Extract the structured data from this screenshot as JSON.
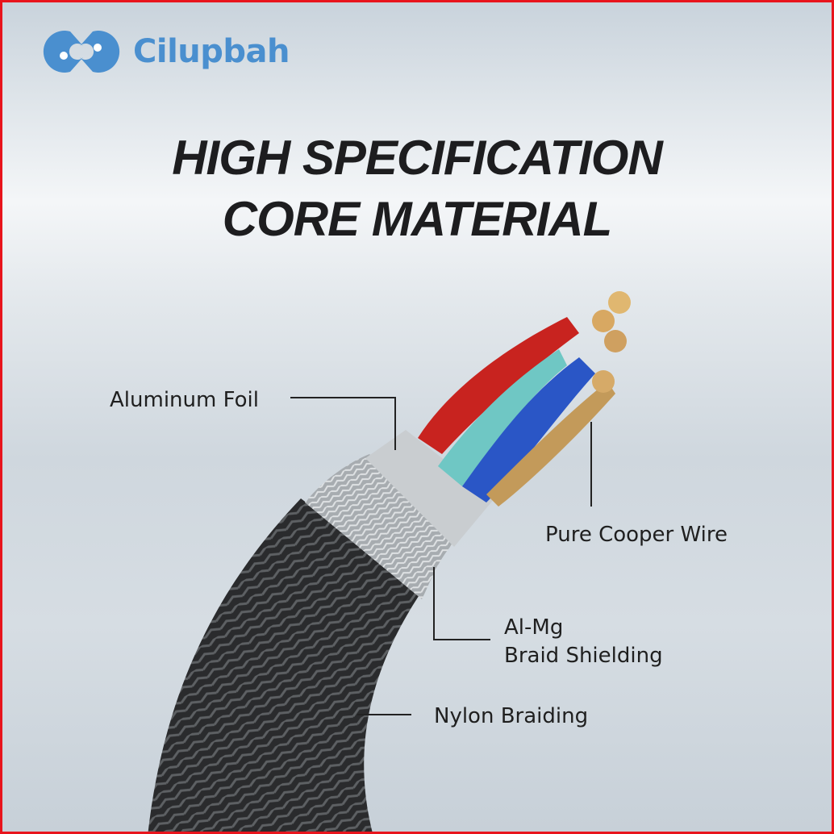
{
  "brand": {
    "name": "Cilupbah",
    "color": "#4a8fcf"
  },
  "headline": {
    "line1": "HIGH SPECIFICATION",
    "line2": "CORE MATERIAL"
  },
  "labels": {
    "aluminum_foil": "Aluminum Foil",
    "copper_wire": "Pure Cooper Wire",
    "shielding_line1": "Al-Mg",
    "shielding_line2": "Braid Shielding",
    "nylon": "Nylon Braiding"
  },
  "border_color": "#e8141c"
}
